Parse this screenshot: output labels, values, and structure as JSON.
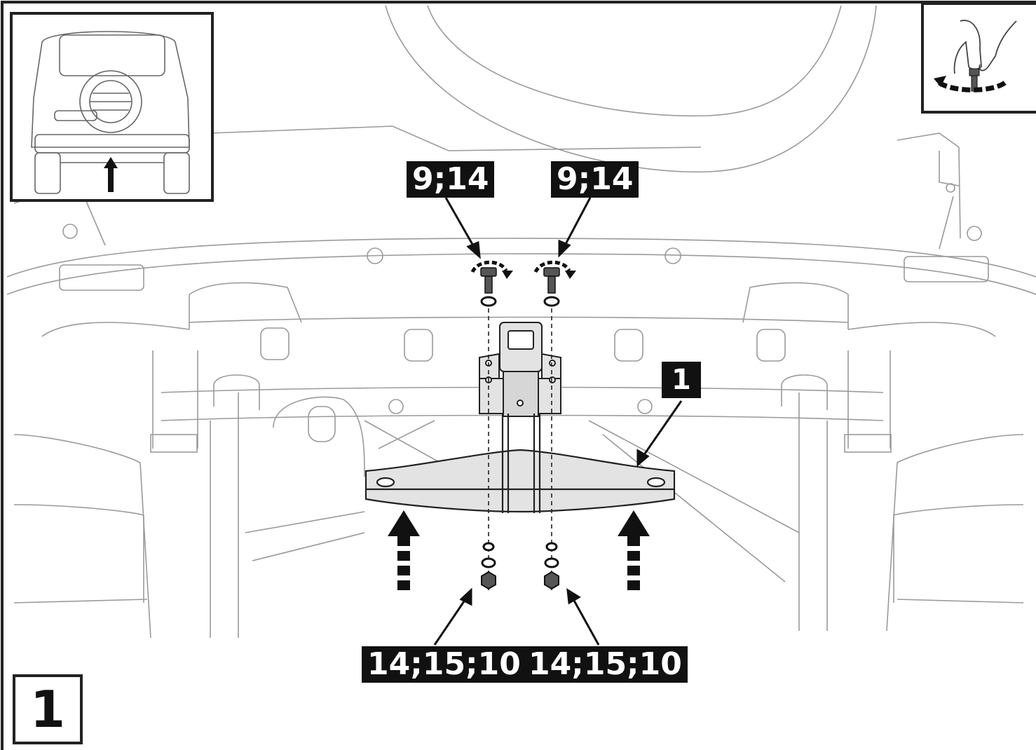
{
  "figure": {
    "step_number": "1",
    "part_label": "1",
    "callouts": {
      "bolt_left": "9;14",
      "bolt_right": "9;14",
      "nut_left": "14;15;10",
      "nut_right": "14;15;10"
    }
  },
  "colors": {
    "line": "#9a9a9a",
    "ink": "#111111",
    "part_fill": "#e3e3e3"
  },
  "icons": [
    "rear-view-vehicle-icon",
    "hand-tighten-icon",
    "bolt-icon",
    "washer-icon",
    "nut-icon",
    "direction-arrow-icon",
    "rotation-arrow-icon"
  ]
}
